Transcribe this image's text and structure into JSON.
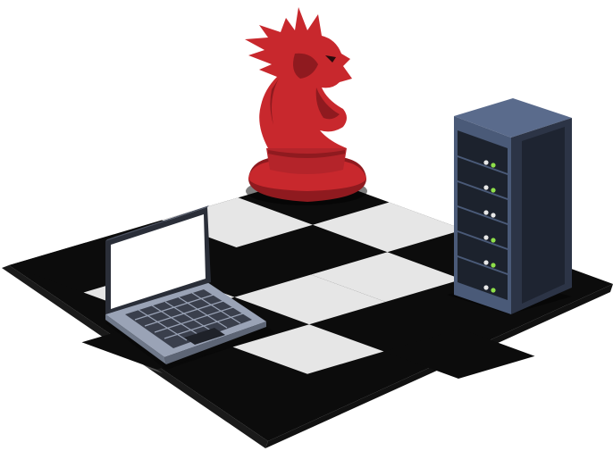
{
  "scene": {
    "objects": [
      {
        "name": "chessboard",
        "icon": "chessboard-icon"
      },
      {
        "name": "dragon-knight-chess-piece",
        "icon": "dragon-knight-icon",
        "color": "#c8282d"
      },
      {
        "name": "laptop",
        "icon": "laptop-icon"
      },
      {
        "name": "server-rack",
        "icon": "server-rack-icon",
        "led_color": "#8fe04a"
      }
    ],
    "colors": {
      "board_black": "#0c0c0c",
      "board_white": "#e6e6e6",
      "piece_red": "#c8282d",
      "piece_red_dark": "#8f1a1f",
      "server_blue": "#4a5a78",
      "server_dark": "#2c3446",
      "laptop_body": "#9aa3b6",
      "laptop_keys": "#3a3f4c",
      "led_green": "#8fe04a",
      "led_white": "#e8e8e8"
    }
  }
}
